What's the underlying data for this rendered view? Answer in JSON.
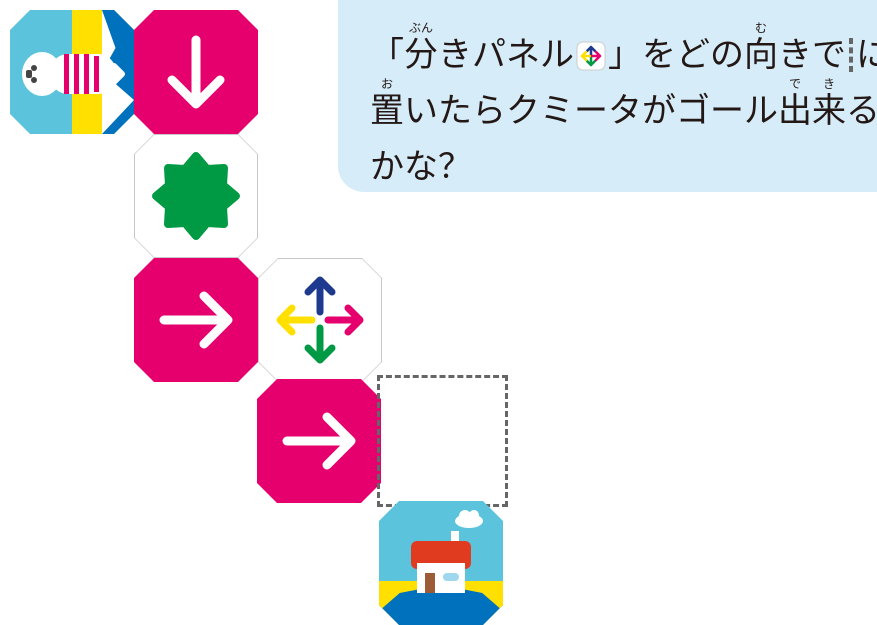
{
  "question": {
    "line1": [
      {
        "text": "「",
        "ruby": ""
      },
      {
        "text": "分",
        "ruby": "ぶん"
      },
      {
        "text": "きパネル",
        "ruby": ""
      },
      {
        "icon": "split-panel-icon"
      },
      {
        "text": "」をどの",
        "ruby": ""
      },
      {
        "text": "向",
        "ruby": "む"
      },
      {
        "text": "きで",
        "ruby": ""
      },
      {
        "icon": "dashed-box-icon"
      },
      {
        "text": "に",
        "ruby": ""
      }
    ],
    "line2": [
      {
        "text": "置",
        "ruby": "お"
      },
      {
        "text": "いたらクミータがゴール",
        "ruby": ""
      },
      {
        "text": "出",
        "ruby": "で"
      },
      {
        "text": "来",
        "ruby": "き"
      },
      {
        "text": "る",
        "ruby": ""
      }
    ],
    "line3": [
      {
        "text": "かな？",
        "ruby": ""
      }
    ]
  },
  "board": {
    "tiles": [
      {
        "name": "start-tile",
        "kind": "start",
        "icon": "robot-kumiita-icon"
      },
      {
        "name": "arrow-down-tile",
        "kind": "arrow",
        "direction": "down",
        "icon": "arrow-down-icon"
      },
      {
        "name": "green-blob-tile",
        "kind": "stop",
        "icon": "green-blob-icon"
      },
      {
        "name": "arrow-right-tile-1",
        "kind": "arrow",
        "direction": "right",
        "icon": "arrow-right-icon"
      },
      {
        "name": "split-panel-tile",
        "kind": "split",
        "icon": "split-arrows-icon"
      },
      {
        "name": "arrow-right-tile-2",
        "kind": "arrow",
        "direction": "right",
        "icon": "arrow-right-icon"
      },
      {
        "name": "empty-slot",
        "kind": "placeholder",
        "icon": "dashed-box-icon"
      },
      {
        "name": "goal-tile",
        "kind": "goal",
        "icon": "house-icon"
      }
    ]
  },
  "colors": {
    "pink": "#e5006e",
    "green": "#009944",
    "sky": "#5bc3dc",
    "yellow": "#ffe000",
    "blue": "#0071bc",
    "navy": "#1d3a8f",
    "bubble": "#d6edf9",
    "house_roof": "#e03b1f"
  }
}
